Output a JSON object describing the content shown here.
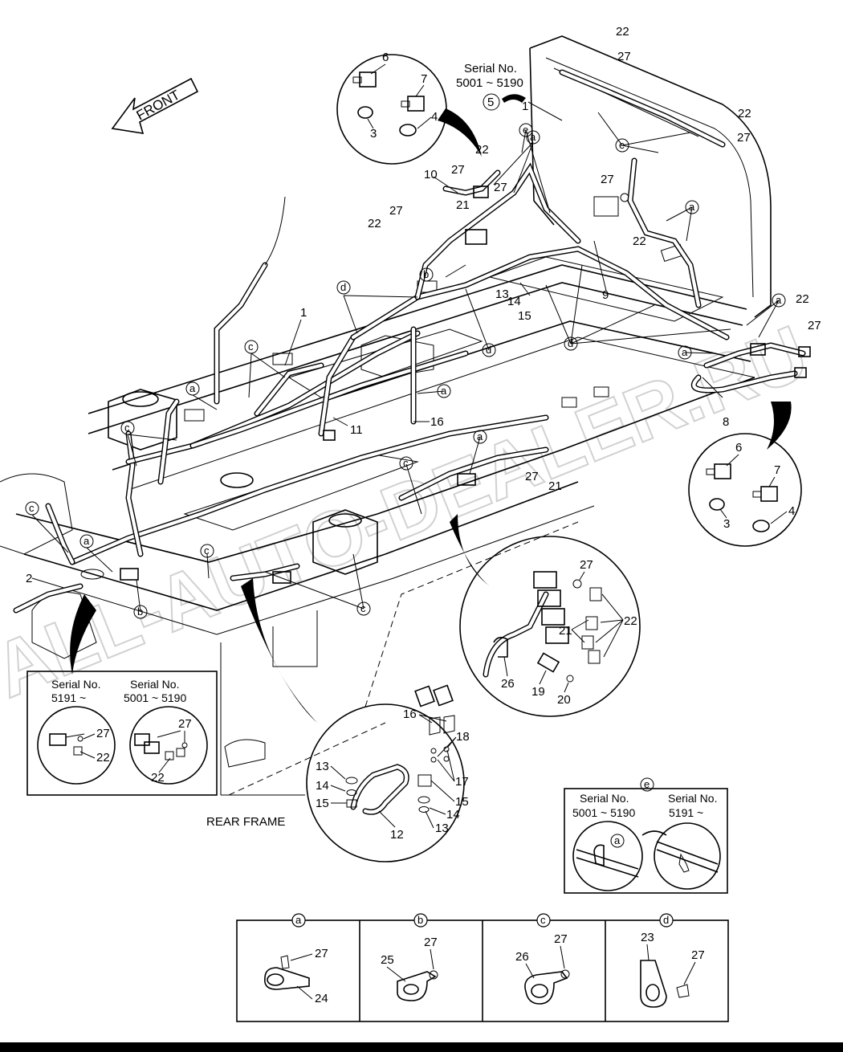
{
  "front_label": "FRONT",
  "rear_label": "REAR FRAME",
  "watermark": "ALL-AUTO-DEALER.RU",
  "part_numbers": [
    "1",
    "2",
    "3",
    "4",
    "5",
    "6",
    "7",
    "8",
    "9",
    "10",
    "11",
    "12",
    "13",
    "14",
    "15",
    "16",
    "17",
    "18",
    "19",
    "20",
    "21",
    "22",
    "23",
    "24",
    "25",
    "26",
    "27"
  ],
  "clip_letters": [
    "a",
    "b",
    "c",
    "d",
    "e"
  ],
  "serial_main": {
    "title": "Serial No.",
    "range": "5001 ~ 5190"
  },
  "inset_left": {
    "title_a": "Serial No.",
    "range_a": "5191 ~",
    "title_b": "Serial No.",
    "range_b": "5001 ~ 5190"
  },
  "inset_e": {
    "title_a": "Serial No.",
    "range_a": "5001 ~ 5190",
    "title_b": "Serial No.",
    "range_b": "5191 ~"
  },
  "tables": {
    "a": {
      "parts": [
        "27",
        "24"
      ]
    },
    "b": {
      "parts": [
        "27",
        "25"
      ]
    },
    "c": {
      "parts": [
        "26",
        "27"
      ]
    },
    "d": {
      "parts": [
        "23",
        "27"
      ]
    }
  }
}
